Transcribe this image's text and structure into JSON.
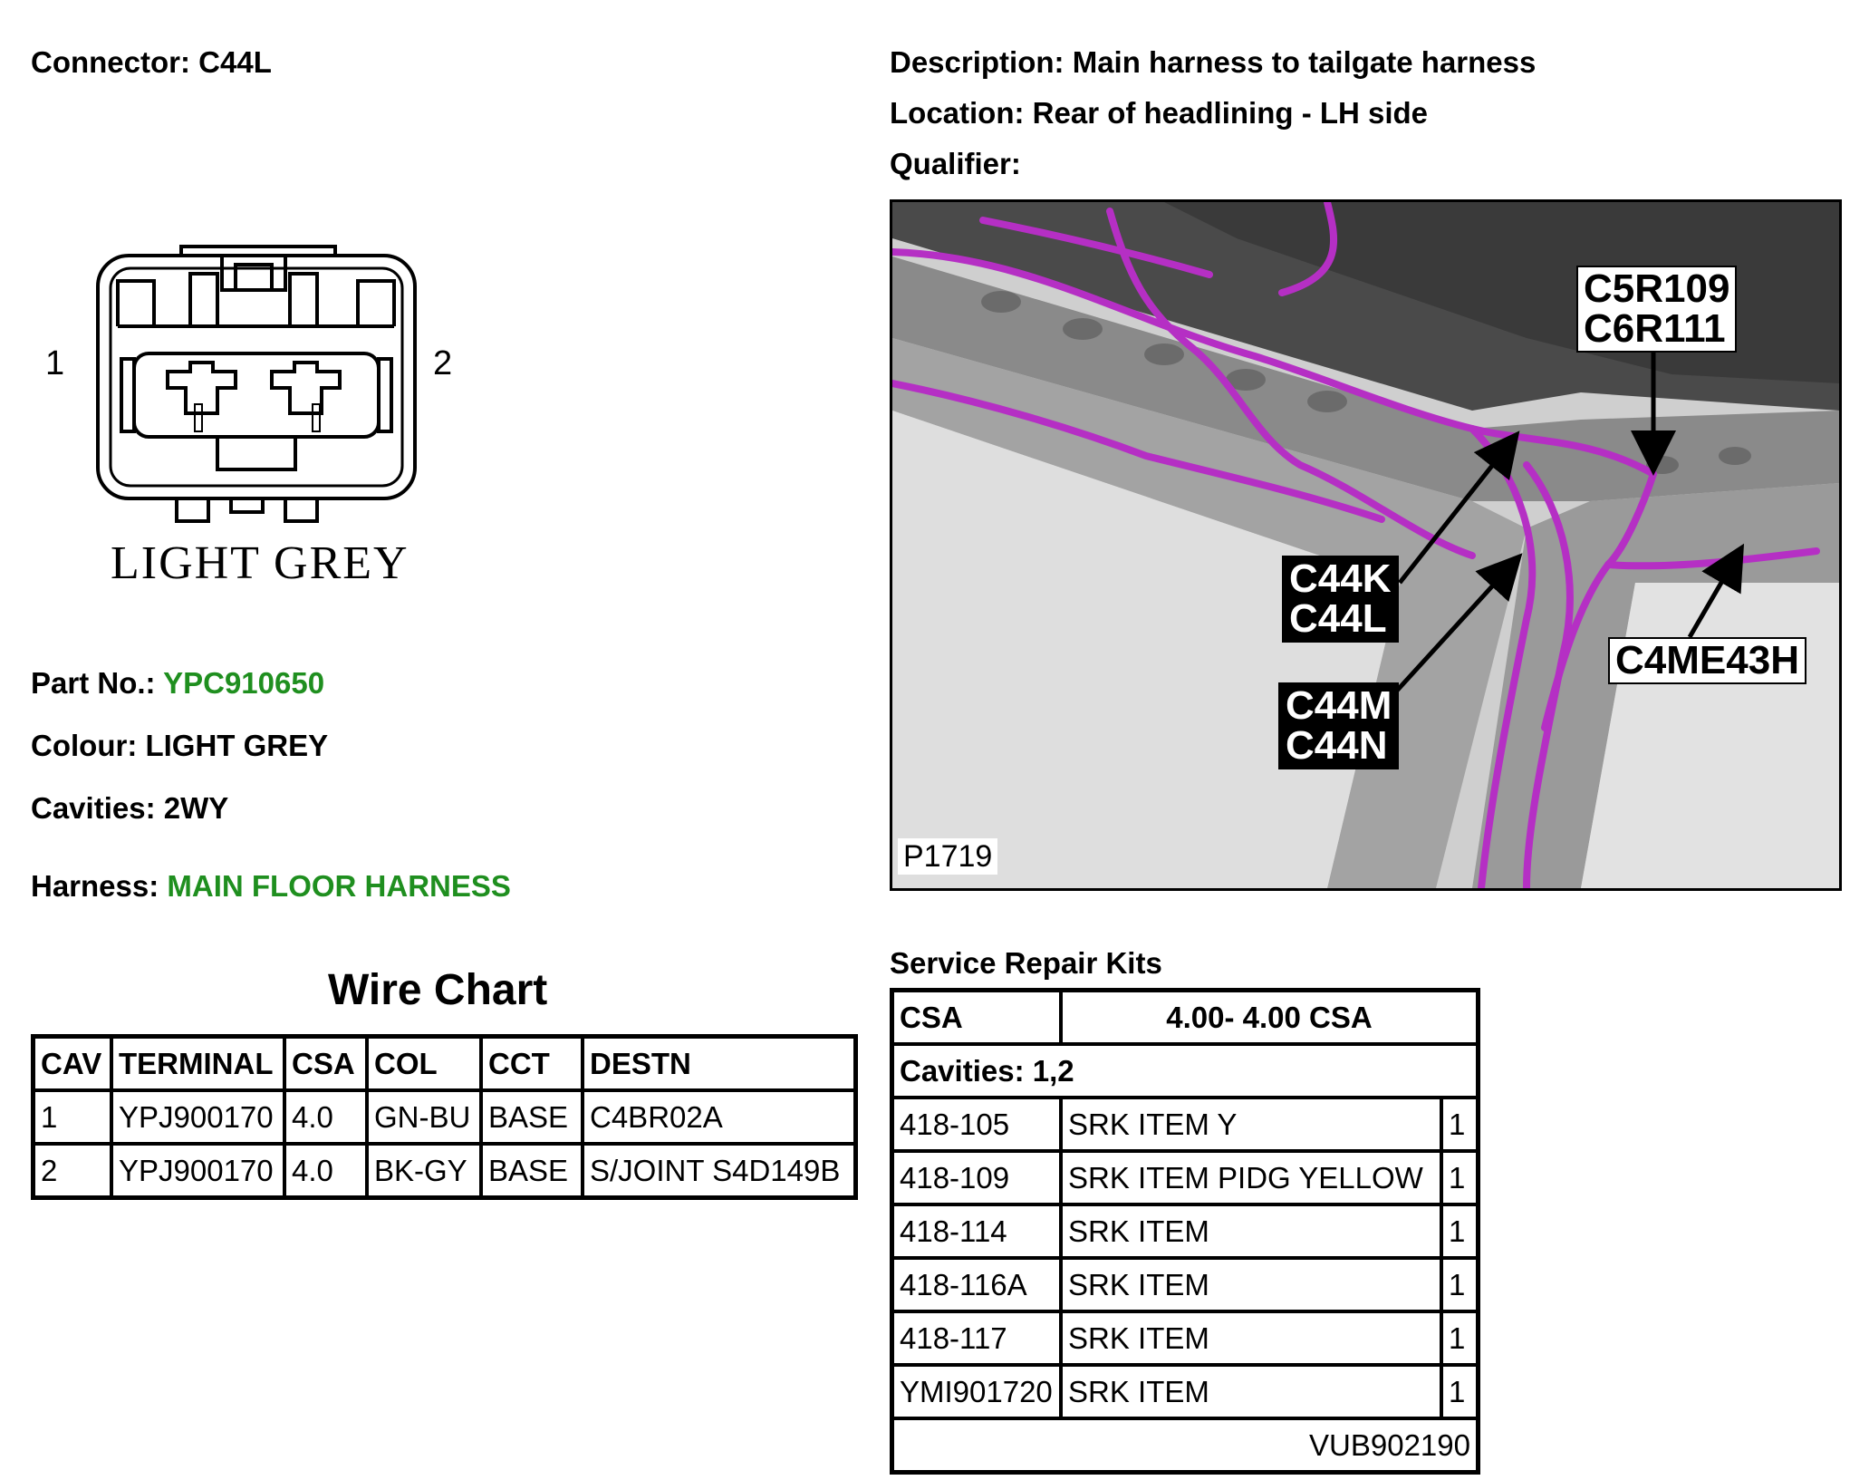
{
  "connector": {
    "label": "Connector:",
    "value": "C44L"
  },
  "description": {
    "label": "Description:",
    "value": "Main harness to tailgate harness"
  },
  "location": {
    "label": "Location:",
    "value": "Rear of headlining - LH side"
  },
  "qualifier": {
    "label": "Qualifier:",
    "value": ""
  },
  "drawing": {
    "pin_left": "1",
    "pin_right": "2",
    "colour_text": "LIGHT GREY"
  },
  "part_no": {
    "label": "Part No.:",
    "value": "YPC910650"
  },
  "colour": {
    "label": "Colour:",
    "value": "LIGHT GREY"
  },
  "cavities": {
    "label": "Cavities:",
    "value": "2WY"
  },
  "harness": {
    "label": "Harness:",
    "value": "MAIN FLOOR HARNESS"
  },
  "location_picture": {
    "callouts": {
      "c5r109": "C5R109",
      "c6r111": "C6R111",
      "c44k": "C44K",
      "c44l": "C44L",
      "c44m": "C44M",
      "c44n": "C44N",
      "c4me43h": "C4ME43H",
      "ref": "P1719"
    },
    "colors": {
      "harness": "#b52fc4",
      "panel": "#cfcfcf",
      "roof": "#4d4d4d"
    }
  },
  "wire_chart": {
    "title": "Wire Chart",
    "headers": [
      "CAV",
      "TERMINAL",
      "CSA",
      "COL",
      "CCT",
      "DESTN"
    ],
    "rows": [
      [
        "1",
        "YPJ900170",
        "4.0",
        "GN-BU",
        "BASE",
        "C4BR02A"
      ],
      [
        "2",
        "YPJ900170",
        "4.0",
        "BK-GY",
        "BASE",
        "S/JOINT S4D149B"
      ]
    ]
  },
  "service_repair_kits": {
    "title": "Service Repair Kits",
    "csa_label": "CSA",
    "csa_value": "4.00- 4.00 CSA",
    "cavities": "Cavities: 1,2",
    "rows": [
      [
        "418-105",
        "SRK ITEM Y",
        "1"
      ],
      [
        "418-109",
        "SRK ITEM PIDG YELLOW",
        "1"
      ],
      [
        "418-114",
        "SRK ITEM",
        "1"
      ],
      [
        "418-116A",
        "SRK ITEM",
        "1"
      ],
      [
        "418-117",
        "SRK ITEM",
        "1"
      ],
      [
        "YMI901720",
        "SRK ITEM",
        "1"
      ]
    ],
    "footer": "VUB902190"
  }
}
